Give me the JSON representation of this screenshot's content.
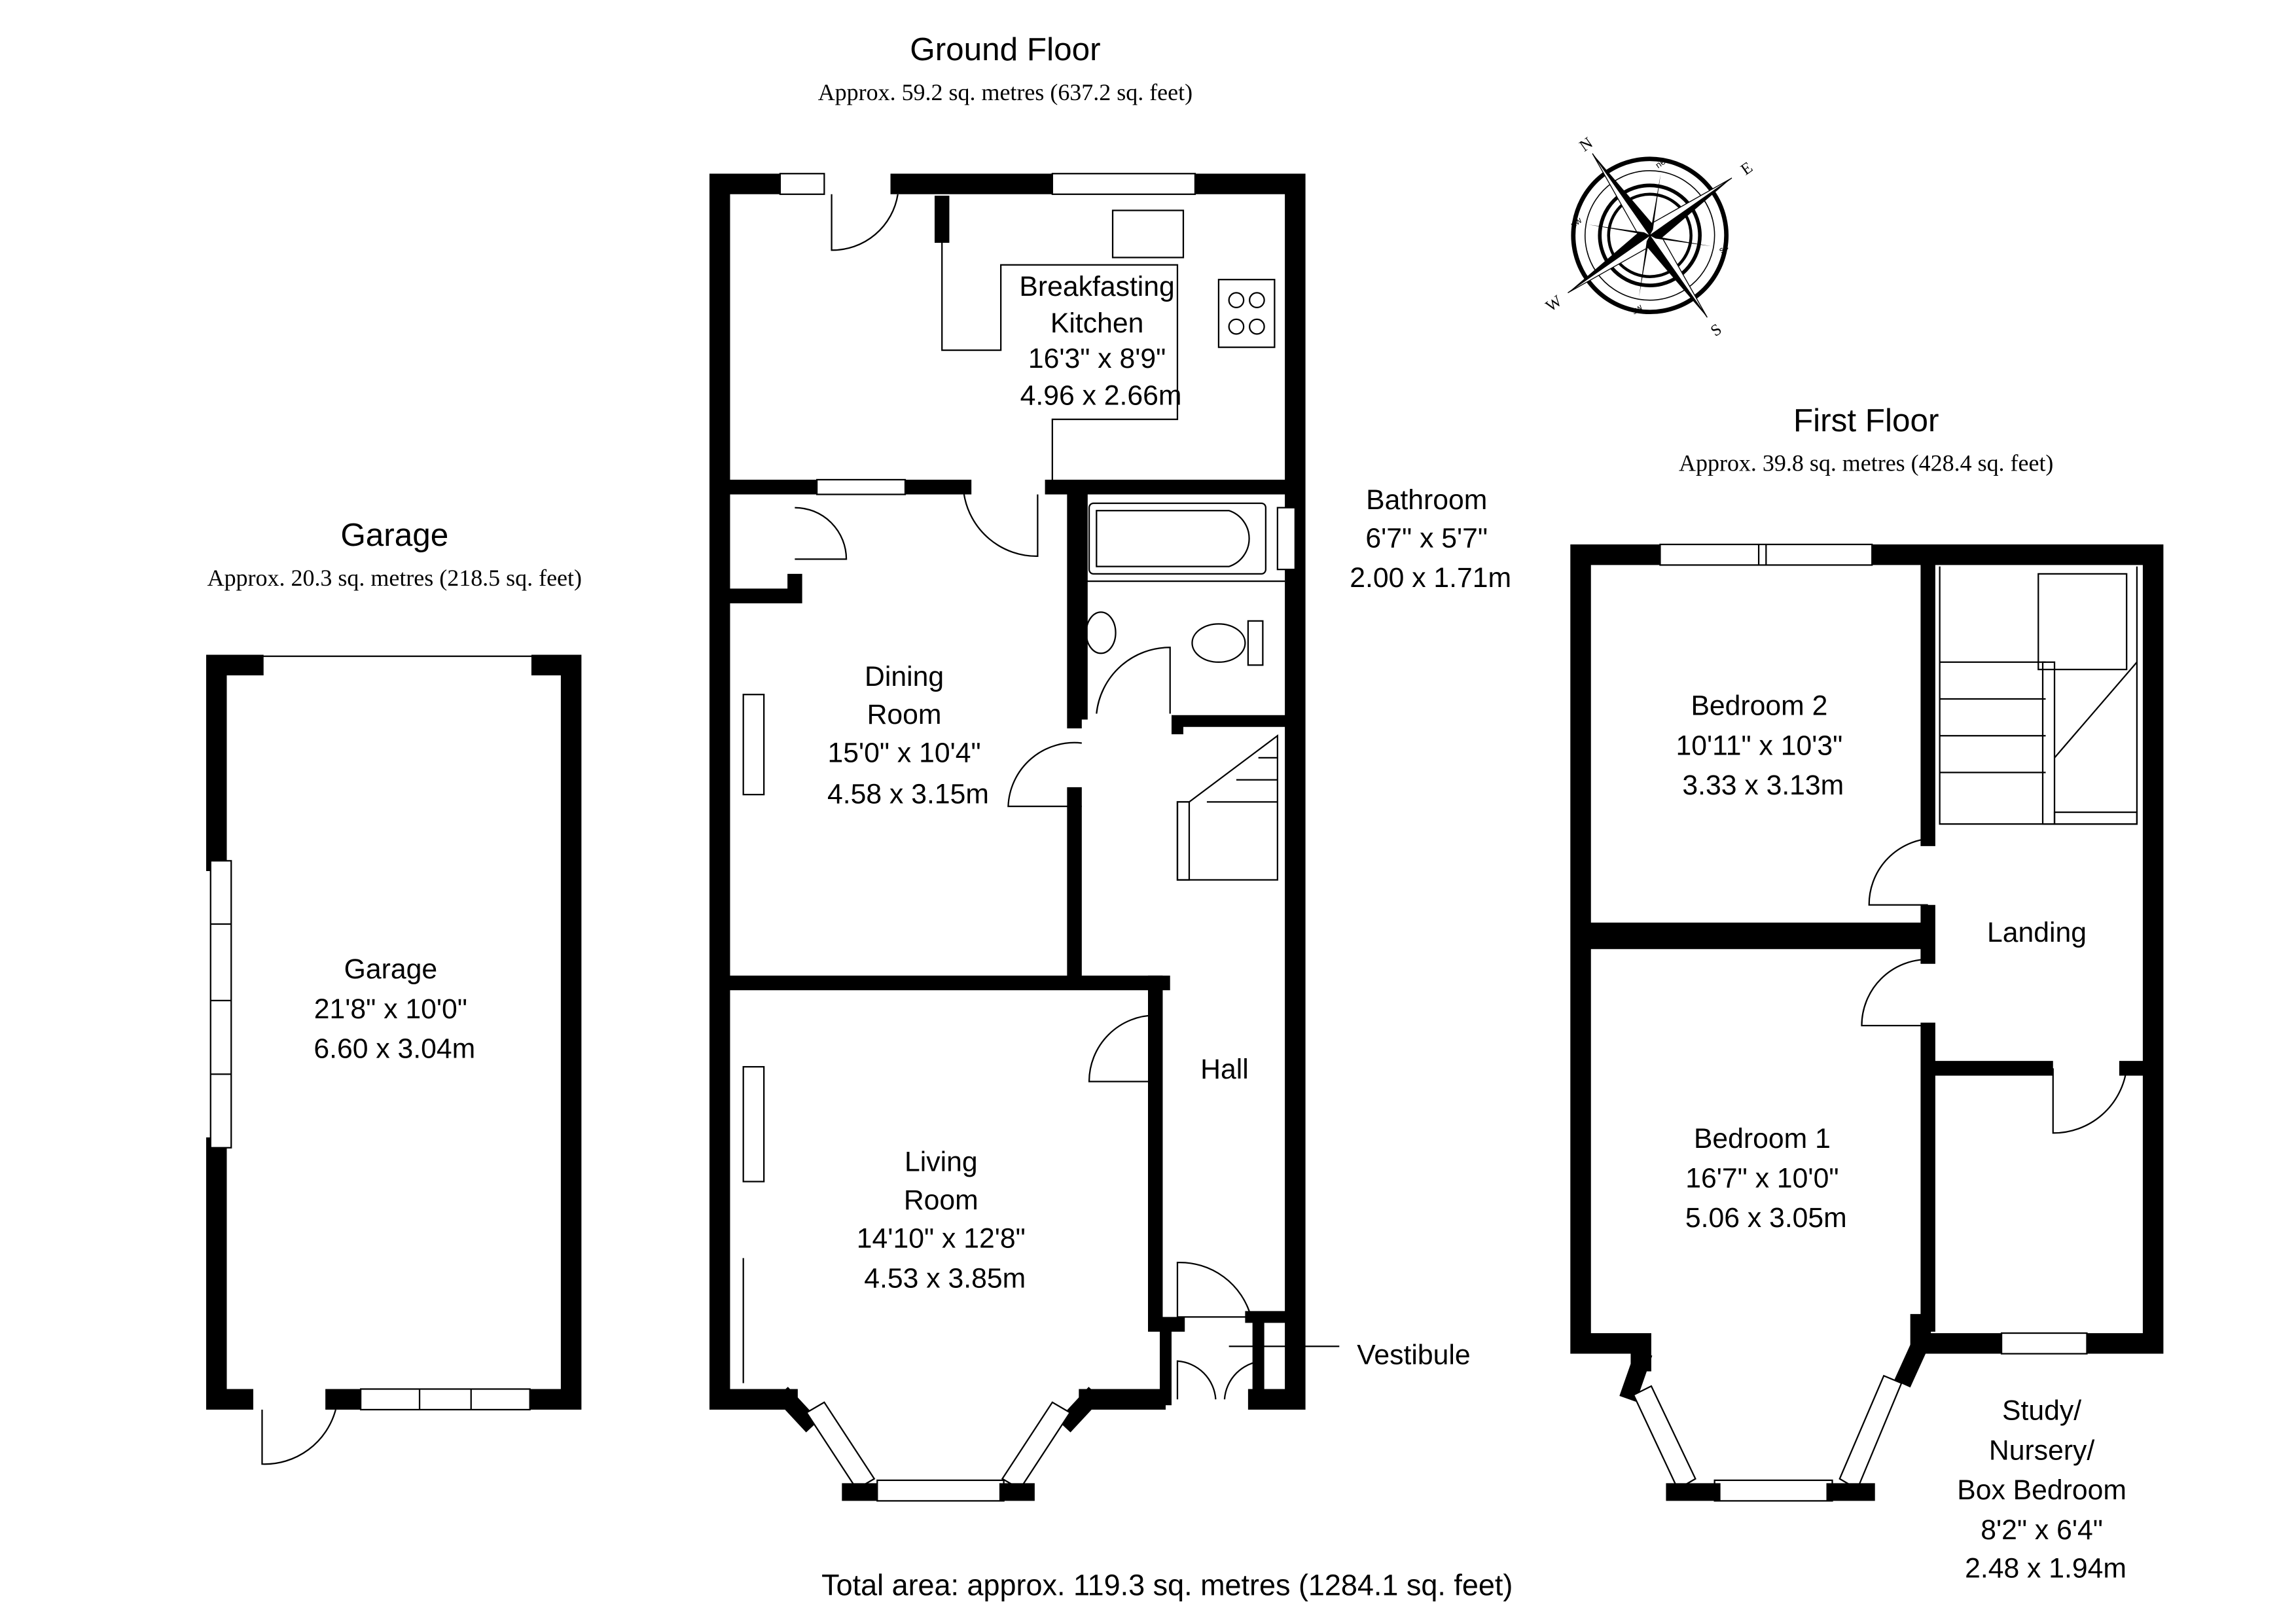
{
  "ground_floor": {
    "title": "Ground Floor",
    "area": "Approx. 59.2 sq. metres (637.2 sq. feet)",
    "rooms": {
      "kitchen": {
        "line1": "Breakfasting",
        "line2": "Kitchen",
        "imperial": "16'3\" x 8'9\"",
        "metric": "4.96 x 2.66m"
      },
      "bathroom": {
        "line1": "Bathroom",
        "imperial": "6'7\" x 5'7\"",
        "metric": "2.00 x 1.71m"
      },
      "dining": {
        "line1": "Dining",
        "line2": "Room",
        "imperial": "15'0\" x 10'4\"",
        "metric": "4.58 x 3.15m"
      },
      "hall": {
        "line1": "Hall"
      },
      "living": {
        "line1": "Living",
        "line2": "Room",
        "imperial": "14'10\" x 12'8\"",
        "metric": "4.53 x 3.85m"
      },
      "vestibule": {
        "line1": "Vestibule"
      }
    }
  },
  "garage": {
    "title": "Garage",
    "area": "Approx. 20.3 sq. metres (218.5 sq. feet)",
    "room": {
      "line1": "Garage",
      "imperial": "21'8\" x 10'0\"",
      "metric": "6.60 x 3.04m"
    }
  },
  "first_floor": {
    "title": "First Floor",
    "area": "Approx. 39.8 sq. metres (428.4 sq. feet)",
    "rooms": {
      "bedroom2": {
        "line1": "Bedroom 2",
        "imperial": "10'11\" x 10'3\"",
        "metric": "3.33 x 3.13m"
      },
      "landing": {
        "line1": "Landing"
      },
      "bedroom1": {
        "line1": "Bedroom 1",
        "imperial": "16'7\" x 10'0\"",
        "metric": "5.06 x 3.05m"
      },
      "study": {
        "line1": "Study/",
        "line2": "Nursery/",
        "line3": "Box Bedroom",
        "imperial": "8'2\" x 6'4\"",
        "metric": "2.48 x 1.94m"
      }
    }
  },
  "compass": {
    "n": "N",
    "e": "E",
    "s": "S",
    "w": "W",
    "ne": "ne",
    "se": "se",
    "sw": "sw",
    "nw": "nw"
  },
  "total_area": "Total area: approx. 119.3 sq. metres (1284.1 sq. feet)"
}
